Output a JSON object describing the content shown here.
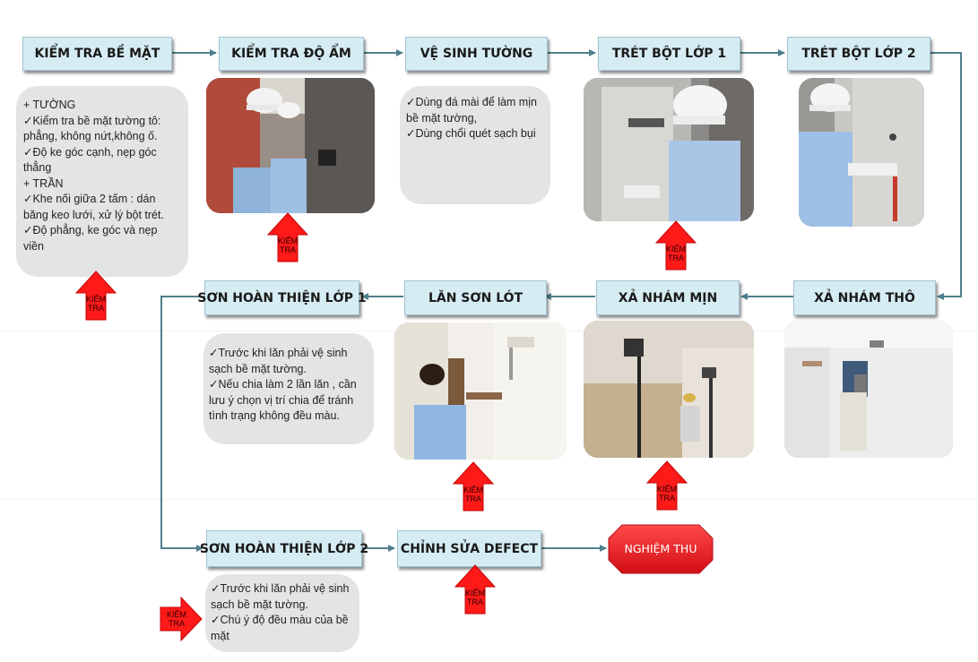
{
  "steps": {
    "kiem_tra_be_mat": "KIỂM TRA  BỀ MẶT",
    "kiem_tra_do_am": "KIỂM TRA ĐỘ ẨM",
    "ve_sinh_tuong": "VỆ SINH TƯỜNG",
    "tret_bot_lop_1": "TRÉT BỘT LỚP 1",
    "tret_bot_lop_2": "TRÉT BỘT LỚP 2",
    "son_hoan_thien_lop_1": "SƠN HOÀN THIỆN LỚP 1",
    "lan_son_lot": "LĂN SƠN LÓT",
    "xa_nham_min": "XẢ NHÁM MỊN",
    "xa_nham_tho": "XẢ NHÁM  THÔ",
    "son_hoan_thien_lop_2": "SƠN HOÀN THIỆN LỚP 2",
    "chinh_sua_defect": "CHỈNH SỬA DEFECT",
    "nghiem_thu": "NGHIỆM THU"
  },
  "notes": {
    "be_mat": [
      "+ TƯỜNG",
      "✓Kiểm tra bề mặt tường tô:",
      "   phẳng, không nứt,không ố.",
      "✓Độ ke góc cạnh, nẹp góc",
      "   thẳng",
      "+ TRẦN",
      "✓Khe nối giữa 2 tấm : dán",
      "   băng keo lưới, xử lý bột trét.",
      "✓Độ phẳng, ke góc và nẹp",
      "   viền"
    ],
    "ve_sinh": [
      "✓Dùng đá mài để làm mịn",
      "   bề mặt tường,",
      "✓Dùng chổi quét sạch bụi"
    ],
    "son_lop_1": [
      "✓Trước khi lăn phải vệ sinh",
      "   sạch bề mặt tường.",
      "✓Nếu chia làm 2 lần lăn , cần",
      "   lưu ý chọn vị trí chia để tránh",
      "   tình trạng không đều màu."
    ],
    "son_lop_2": [
      "✓Trước khi lăn phải vệ sinh",
      "   sạch bề mặt tường.",
      "✓Chú ý độ đều màu của bề",
      "   mặt"
    ]
  },
  "check_marker": {
    "line1": "KIỂM",
    "line2": "TRA"
  },
  "colors": {
    "step_fill": "#d6ecf3",
    "note_fill": "#e4e4e4",
    "arrow_line": "#4f7f8c",
    "check_red": "#ff1a1a",
    "end_red": "#ee1c24"
  },
  "photo_icons": [
    "moisture-check-photo-icon",
    "putty-layer-1-photo-icon",
    "putty-layer-2-photo-icon",
    "rough-sanding-photo-icon",
    "fine-sanding-photo-icon",
    "primer-rolling-photo-icon"
  ]
}
